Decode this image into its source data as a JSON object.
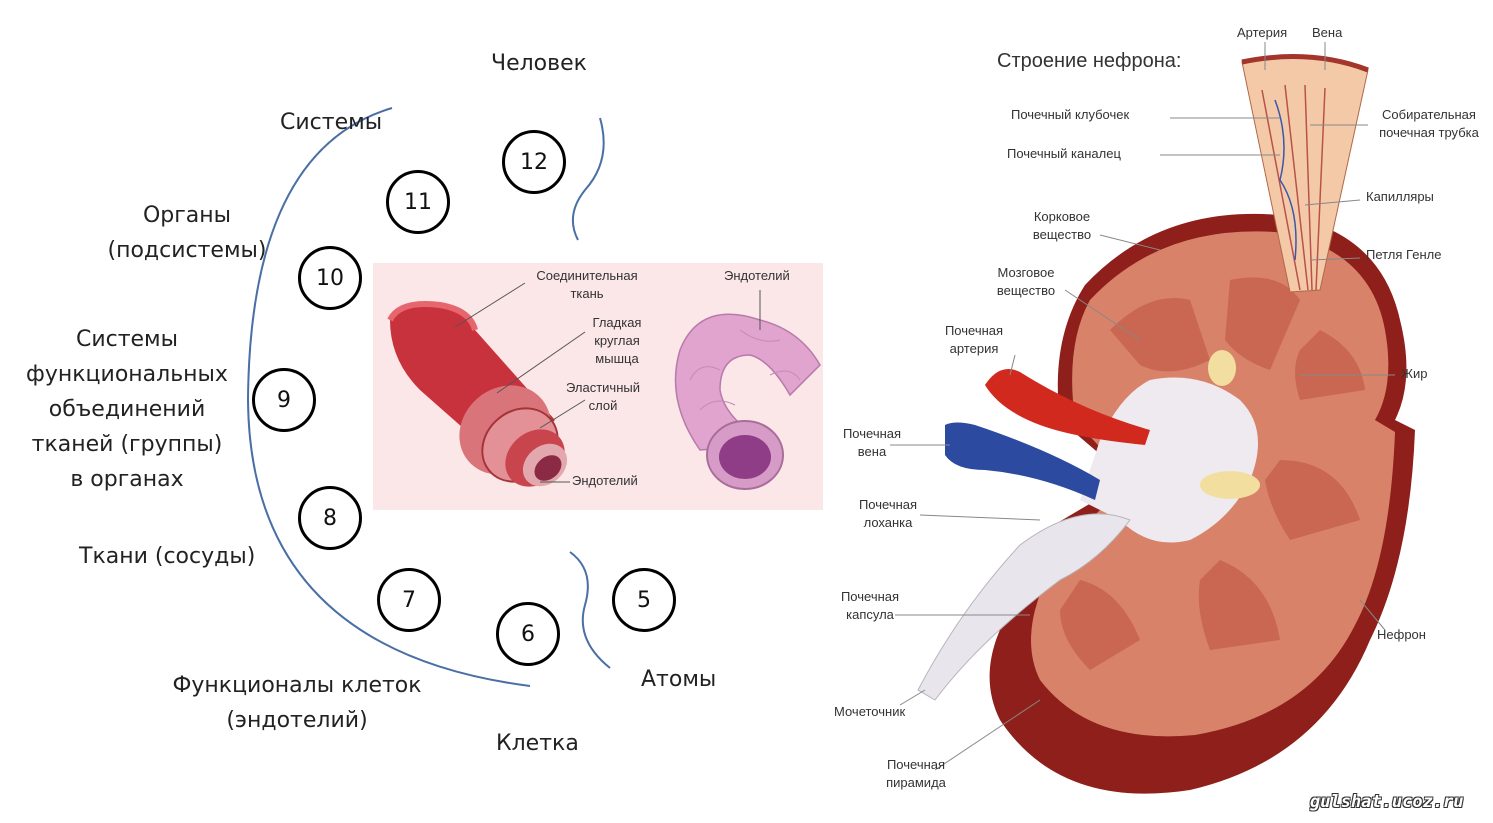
{
  "levels": {
    "person": "Человек",
    "systems": "Системы",
    "organs": "Органы\n(подсистемы)",
    "func_systems": "Системы\nфункциональных\nобъединений\nтканей (группы)\nв органах",
    "tissues": "Ткани (сосуды)",
    "cell_func": "Функционалы клеток\n(эндотелий)",
    "cell": "Клетка",
    "atoms": "Атомы"
  },
  "circles": [
    "12",
    "11",
    "10",
    "9",
    "8",
    "7",
    "6",
    "5"
  ],
  "vessel": {
    "connective": "Соединительная\nткань",
    "smooth_muscle": "Гладкая\nкруглая\nмышца",
    "elastic": "Эластичный\nслой",
    "endothelium_bottom": "Эндотелий",
    "endothelium_top": "Эндотелий"
  },
  "kidney": {
    "title": "Строение нефрона:",
    "artery": "Артерия",
    "vein": "Вена",
    "glomerulus": "Почечный клубочек",
    "tubule": "Почечный каналец",
    "collecting_duct": "Собирательная\nпочечная трубка",
    "capillaries": "Капилляры",
    "cortex": "Корковое\nвещество",
    "henle": "Петля Генле",
    "medulla": "Мозговое\nвещество",
    "renal_artery": "Почечная\nартерия",
    "fat": "Жир",
    "renal_vein": "Почечная\nвена",
    "pelvis": "Почечная\nлоханка",
    "capsule": "Почечная\nкапсула",
    "nephron": "Нефрон",
    "ureter": "Мочеточник",
    "pyramid": "Почечная\nпирамида"
  },
  "watermark": "gulshat.ucoz.ru",
  "colors": {
    "arc": "#4a6fa5",
    "vessel_bg": "#fbe6e8",
    "kidney_tissue": "#d9826a",
    "kidney_outer": "#9a2a22"
  }
}
